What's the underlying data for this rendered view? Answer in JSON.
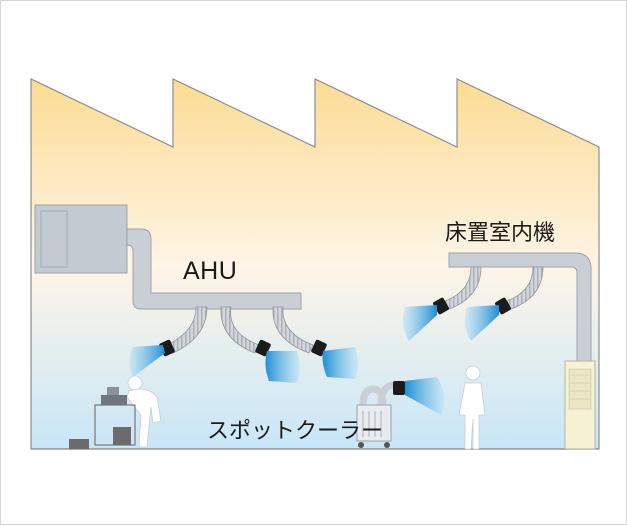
{
  "labels": {
    "ahu": "AHU",
    "floor_unit": "床置室内機",
    "spot_cooler": "スポットクーラー"
  },
  "colors": {
    "wall_top": "#fde2a0",
    "wall_mid": "#fff4e2",
    "wall_bottom": "#cde8f8",
    "duct": "#c9cfd4",
    "air": "#2f9fde",
    "nozzle": "#1b1b1b",
    "outline": "#9aa3ab"
  },
  "icons": [
    "ahu-unit-icon",
    "spot-cooler-icon",
    "floor-unit-icon",
    "worker-icon",
    "person-icon",
    "machine-icon"
  ]
}
